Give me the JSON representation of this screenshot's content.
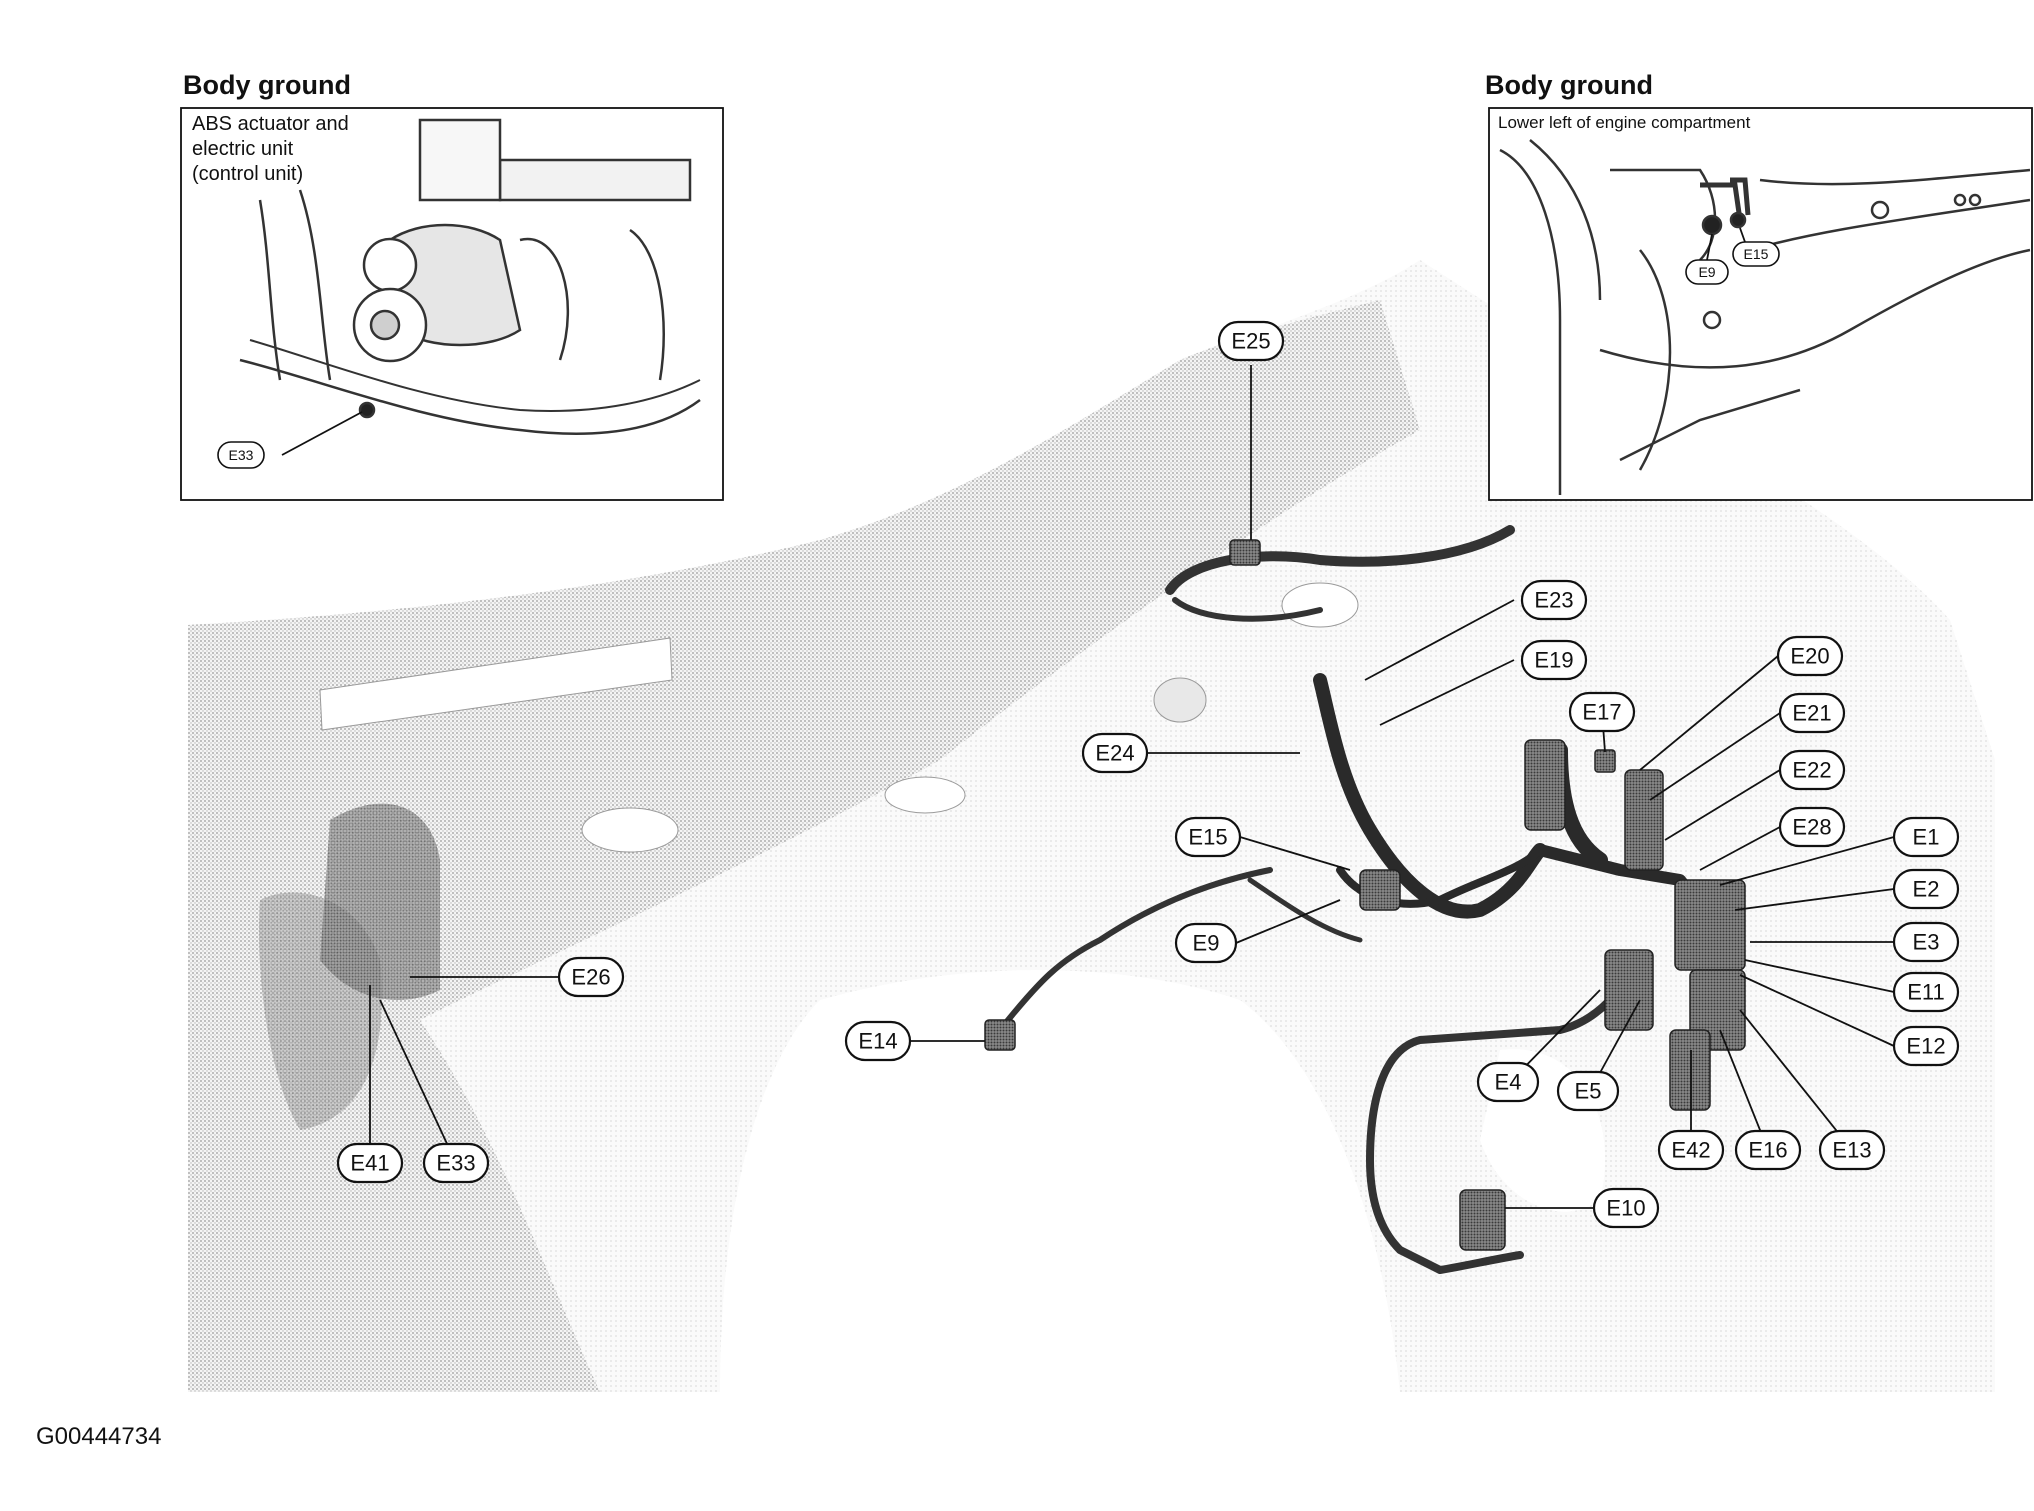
{
  "insets": [
    {
      "heading": "Body ground",
      "caption_lines": [
        "ABS actuator and",
        "electric unit",
        "(control unit)"
      ],
      "tags": [
        "E33"
      ]
    },
    {
      "heading": "Body ground",
      "caption_lines": [
        "Lower left of engine compartment"
      ],
      "tags": [
        "E9",
        "E15"
      ]
    }
  ],
  "connectors": [
    "E25",
    "E23",
    "E19",
    "E20",
    "E17",
    "E21",
    "E24",
    "E22",
    "E28",
    "E15",
    "E1",
    "E2",
    "E9",
    "E3",
    "E26",
    "E11",
    "E14",
    "E12",
    "E4",
    "E5",
    "E42",
    "E16",
    "E13",
    "E41",
    "E33",
    "E10"
  ],
  "figure_id": "G00444734"
}
